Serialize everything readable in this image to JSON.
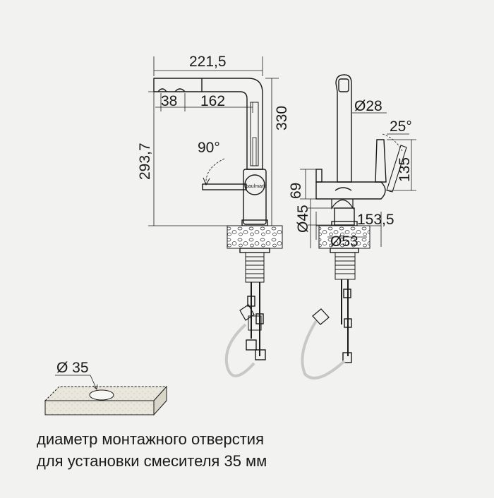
{
  "dimensions": {
    "spout_length": "221,5",
    "nozzle_width": "38",
    "nozzle_offset": "162",
    "total_height": "330",
    "spout_height": "293,7",
    "rotation_angle": "90°",
    "tube_diameter": "Ø28",
    "lever_angle": "25°",
    "lever_height": "135",
    "connector_height": "69",
    "base_diameter": "Ø45",
    "side_depth": "153,5",
    "flange_diameter": "Ø53",
    "hole_diameter": "Ø 35"
  },
  "brand": "paulmark",
  "caption": {
    "line1": "диаметр монтажного отверстия",
    "line2": "для установки смесителя 35 мм"
  },
  "colors": {
    "background": "#f2f2f0",
    "line": "#1a1a1a",
    "hose": "#c8c8c8",
    "countertop": "#e9e6dc"
  }
}
